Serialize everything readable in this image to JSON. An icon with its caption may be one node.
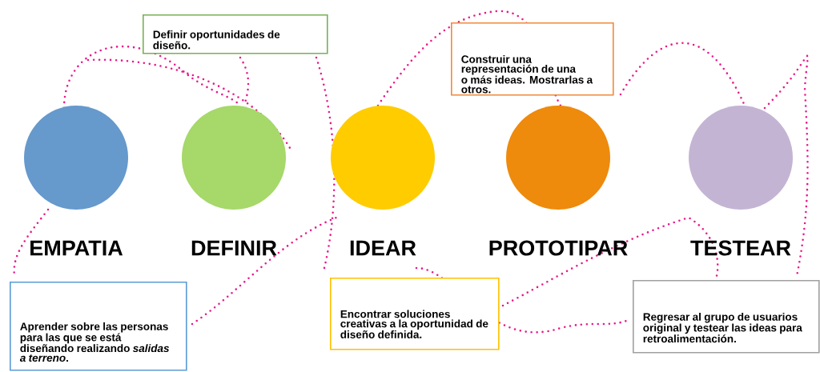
{
  "diagram": {
    "nodes": [
      {
        "text": [
          "EMPATIA"
        ]
      },
      {
        "text": [
          "DEFINIR"
        ]
      },
      {
        "text": [
          "IDEAR"
        ]
      },
      {
        "text": [
          "PROTOTIPAR"
        ]
      },
      {
        "text": [
          "TESTEAR"
        ]
      },
      {
        "text": [
          "Definir oportunidades de diseño."
        ]
      },
      {
        "text": [
          "Construir una representación de una o más ideas. Mostrarlas a otros."
        ]
      },
      {
        "text": [
          "Aprender sobre las personas para las que se está diseñando realizando *salidas a terreno*."
        ]
      },
      {
        "text": [
          "Encontrar soluciones creativas a la oportunidad de diseño definida."
        ]
      },
      {
        "text": [
          "Regresar al grupo de usuarios original y testear las ideas para retroalimentación."
        ]
      }
    ]
  }
}
